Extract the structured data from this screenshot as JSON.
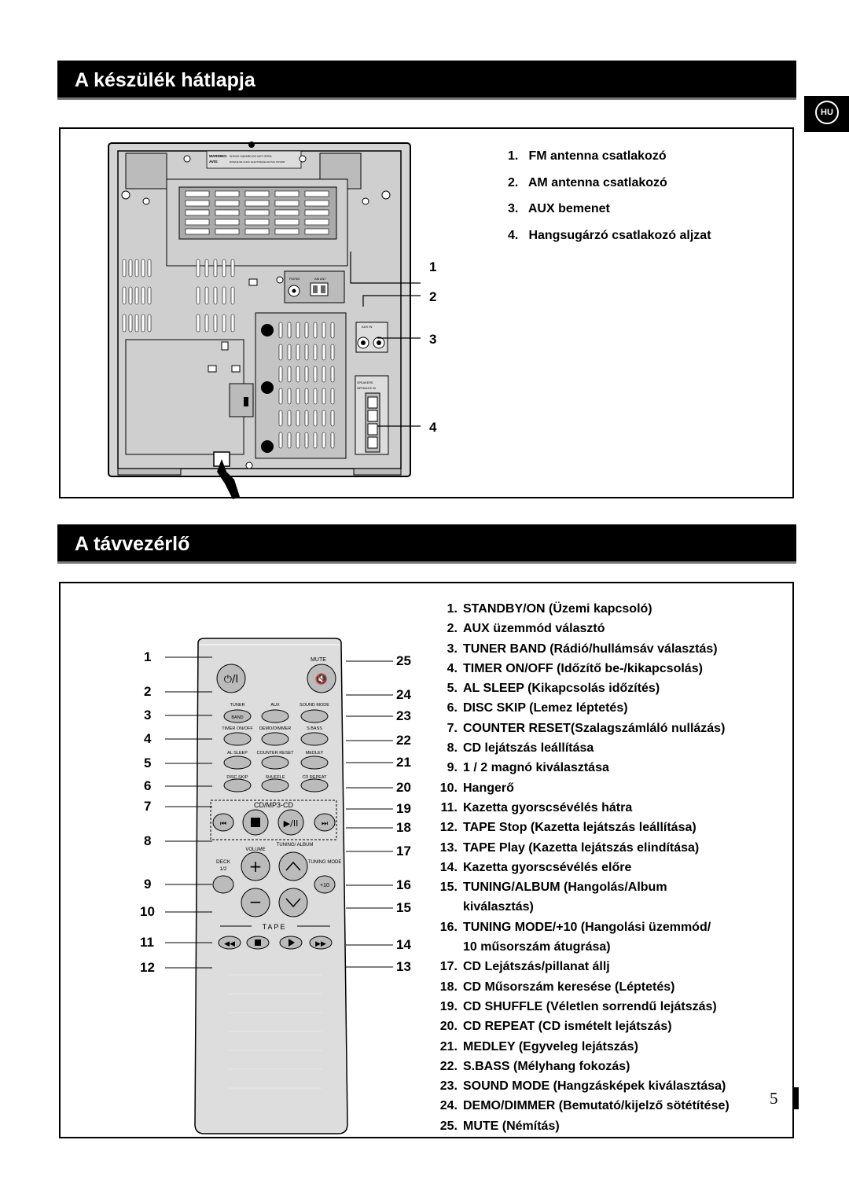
{
  "language_tab": "HU",
  "section1": {
    "title": "A készülék hátlapja",
    "legend": [
      {
        "n": "1.",
        "text": "FM antenna csatlakozó"
      },
      {
        "n": "2.",
        "text": "AM antenna csatlakozó"
      },
      {
        "n": "3.",
        "text": "AUX bemenet"
      },
      {
        "n": "4.",
        "text": "Hangsugárzó csatlakozó aljzat"
      }
    ],
    "callouts": [
      "1",
      "2",
      "3",
      "4"
    ],
    "diagram_labels": {
      "warning": "WARNING:",
      "avis": "AVIS:",
      "warning_text": "SHOCK HAZARD-DO NOT OPEN",
      "avis_text": "RISQUE DE CHOC ELECTRIQUE-NE PAS OUVRIR",
      "fm": "FM75Ω",
      "am": "AM ANT",
      "aux_in": "AUX IN",
      "speakers": "SPEAKERS",
      "impedance": "IMPEDANCE 4Ω"
    }
  },
  "section2": {
    "title": "A távvezérlő",
    "legend": [
      {
        "n": "1.",
        "text": "STANDBY/ON (Üzemi kapcsoló)"
      },
      {
        "n": "2.",
        "text": "AUX  üzemmód választó"
      },
      {
        "n": "3.",
        "text": "TUNER BAND (Rádió/hullámsáv választás)"
      },
      {
        "n": "4.",
        "text": "TIMER ON/OFF (Időzítő be-/kikapcsolás)"
      },
      {
        "n": "5.",
        "text": "AL SLEEP (Kikapcsolás időzítés)"
      },
      {
        "n": "6.",
        "text": "DISC SKIP (Lemez léptetés)"
      },
      {
        "n": "7.",
        "text": "COUNTER RESET(Szalagszámláló nullázás)"
      },
      {
        "n": "8.",
        "text": "CD lejátszás leállítása"
      },
      {
        "n": "9.",
        "text": "1 / 2 magnó kiválasztása"
      },
      {
        "n": "10.",
        "text": "Hangerő"
      },
      {
        "n": "11.",
        "text": "Kazetta gyorscsévélés hátra"
      },
      {
        "n": "12.",
        "text": "TAPE Stop (Kazetta lejátszás leállítása)"
      },
      {
        "n": "13.",
        "text": "TAPE Play (Kazetta lejátszás elindítása)"
      },
      {
        "n": "14.",
        "text": "Kazetta gyorscsévélés előre"
      },
      {
        "n": "15.",
        "text": "TUNING/ALBUM (Hangolás/Album"
      },
      {
        "n": "",
        "text": "kiválasztás)"
      },
      {
        "n": "16.",
        "text": "TUNING MODE/+10 (Hangolási üzemmód/"
      },
      {
        "n": "",
        "text": "10 műsorszám átugrása)"
      },
      {
        "n": "17.",
        "text": "CD Lejátszás/pillanat állj"
      },
      {
        "n": "18.",
        "text": "CD Műsorszám keresése (Léptetés)"
      },
      {
        "n": "19.",
        "text": "CD SHUFFLE (Véletlen sorrendű lejátszás)"
      },
      {
        "n": "20.",
        "text": "CD REPEAT (CD ismételt lejátszás)"
      },
      {
        "n": "21.",
        "text": "MEDLEY (Egyveleg lejátszás)"
      },
      {
        "n": "22.",
        "text": "S.BASS (Mélyhang fokozás)"
      },
      {
        "n": "23.",
        "text": "SOUND MODE (Hangzásképek kiválasztása)"
      },
      {
        "n": "24.",
        "text": "DEMO/DIMMER (Bemutató/kijelző sötétítése)"
      },
      {
        "n": "25.",
        "text": "MUTE (Némítás)"
      }
    ],
    "callouts_left": [
      "1",
      "2",
      "3",
      "4",
      "5",
      "6",
      "7",
      "8",
      "9",
      "10",
      "11",
      "12"
    ],
    "callouts_right": [
      "25",
      "24",
      "23",
      "22",
      "21",
      "20",
      "19",
      "18",
      "17",
      "16",
      "15",
      "14",
      "13"
    ],
    "remote_labels": {
      "mute": "MUTE",
      "tuner": "TUNER",
      "band": "BAND",
      "aux": "AUX",
      "sound_mode": "SOUND MODE",
      "timer": "TIMER ON/OFF",
      "demo": "DEMO/DIMMER",
      "sbass": "S.BASS",
      "al_sleep": "AL SLEEP",
      "counter_reset": "COUNTER RESET",
      "medley": "MEDLEY",
      "disc_skip": "DISC SKIP",
      "shuffle": "SHUFFLE",
      "cd_repeat": "CD REPEAT",
      "cd_mp3": "CD/MP3-CD",
      "volume": "VOLUME",
      "tuning_album": "TUNING/ ALBUM",
      "deck": "DECK",
      "deck_sub": "1/2",
      "tuning_mode": "TUNING MODE",
      "plus10": "+10",
      "tape": "TAPE"
    }
  },
  "page_number": "5"
}
